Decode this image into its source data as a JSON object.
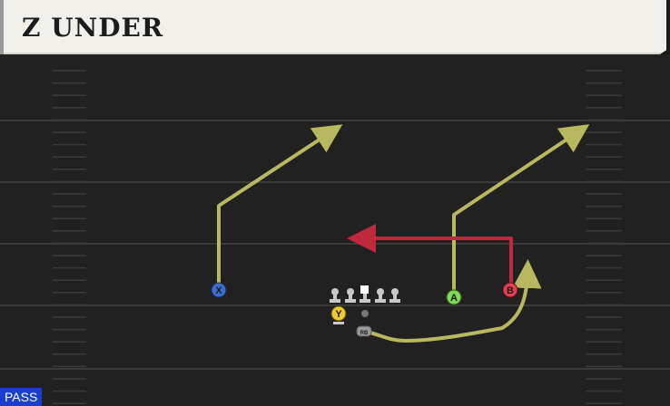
{
  "play": {
    "title": "Z UNDER",
    "type_badge": "PASS"
  },
  "colors": {
    "route_primary": "#b8b860",
    "route_secondary": "#c0283c",
    "player_x": "#3a6fd0",
    "player_a": "#7ed957",
    "player_b": "#e0424f",
    "player_y": "#f0c830",
    "player_rb": "#9a9a9a",
    "lineman": "#c8c8c8"
  },
  "players": {
    "x_label": "X",
    "a_label": "A",
    "b_label": "B",
    "y_label": "Y",
    "rb_label": "RB"
  }
}
